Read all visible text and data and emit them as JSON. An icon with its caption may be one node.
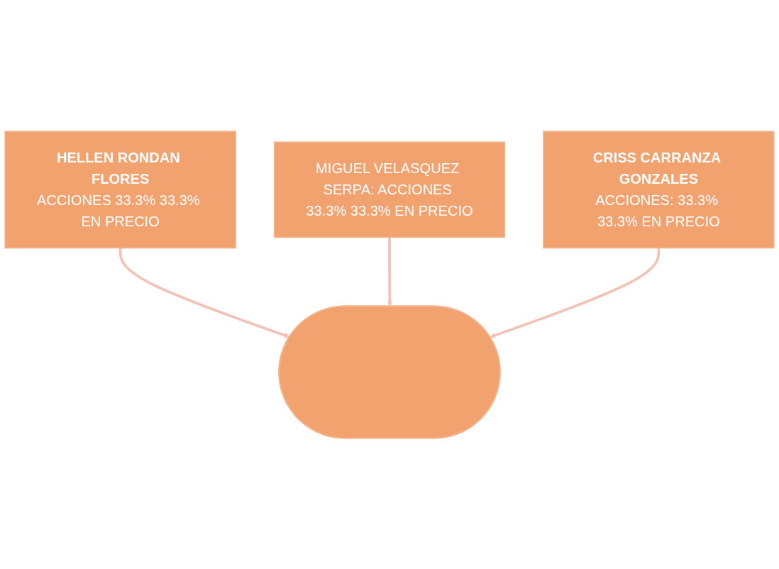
{
  "diagram": {
    "nodes": [
      {
        "text": [
          "HELLEN RONDAN FLORES",
          "ACCIONES 33.3% 33.3% EN PRECIO"
        ]
      },
      {
        "text": [
          "MIGUEL VELASQUEZ SERPA: ACCIONES 33.3% 33.3% EN PRECIO"
        ]
      },
      {
        "text": [
          "CRISS CARRANZA GONZALES",
          "ACCIONES: 33.3% 33.3% EN PRECIO"
        ]
      },
      {
        "text": [],
        "shape": "ellipse"
      }
    ],
    "edges": [
      {
        "from": 0,
        "to": 3,
        "arrow": "to"
      },
      {
        "from": 1,
        "to": 3,
        "arrow": "to"
      },
      {
        "from": 2,
        "to": 3,
        "arrow": "to"
      }
    ]
  }
}
